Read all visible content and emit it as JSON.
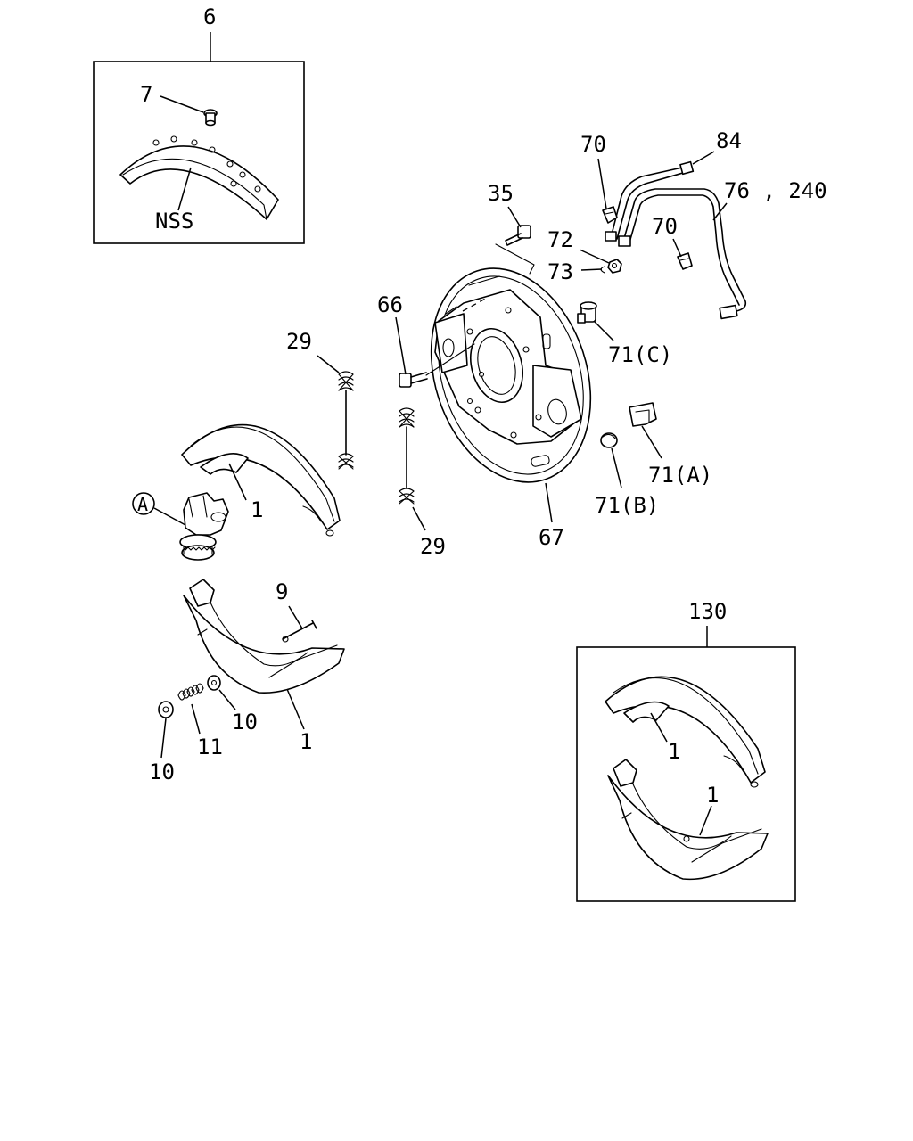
{
  "callouts": {
    "c6": "6",
    "c7": "7",
    "nss": "NSS",
    "c70a": "70",
    "c84": "84",
    "c35": "35",
    "c76_240": "76 , 240",
    "c72": "72",
    "c70b": "70",
    "c73": "73",
    "c66": "66",
    "c71c": "71(C)",
    "c29a": "29",
    "c1a": "1",
    "cA": "A",
    "c71a": "71(A)",
    "c71b": "71(B)",
    "c29b": "29",
    "c67": "67",
    "c9": "9",
    "c130": "130",
    "c10a": "10",
    "c1b": "1",
    "c11": "11",
    "c10b": "10",
    "c1c": "1",
    "c1d": "1"
  }
}
